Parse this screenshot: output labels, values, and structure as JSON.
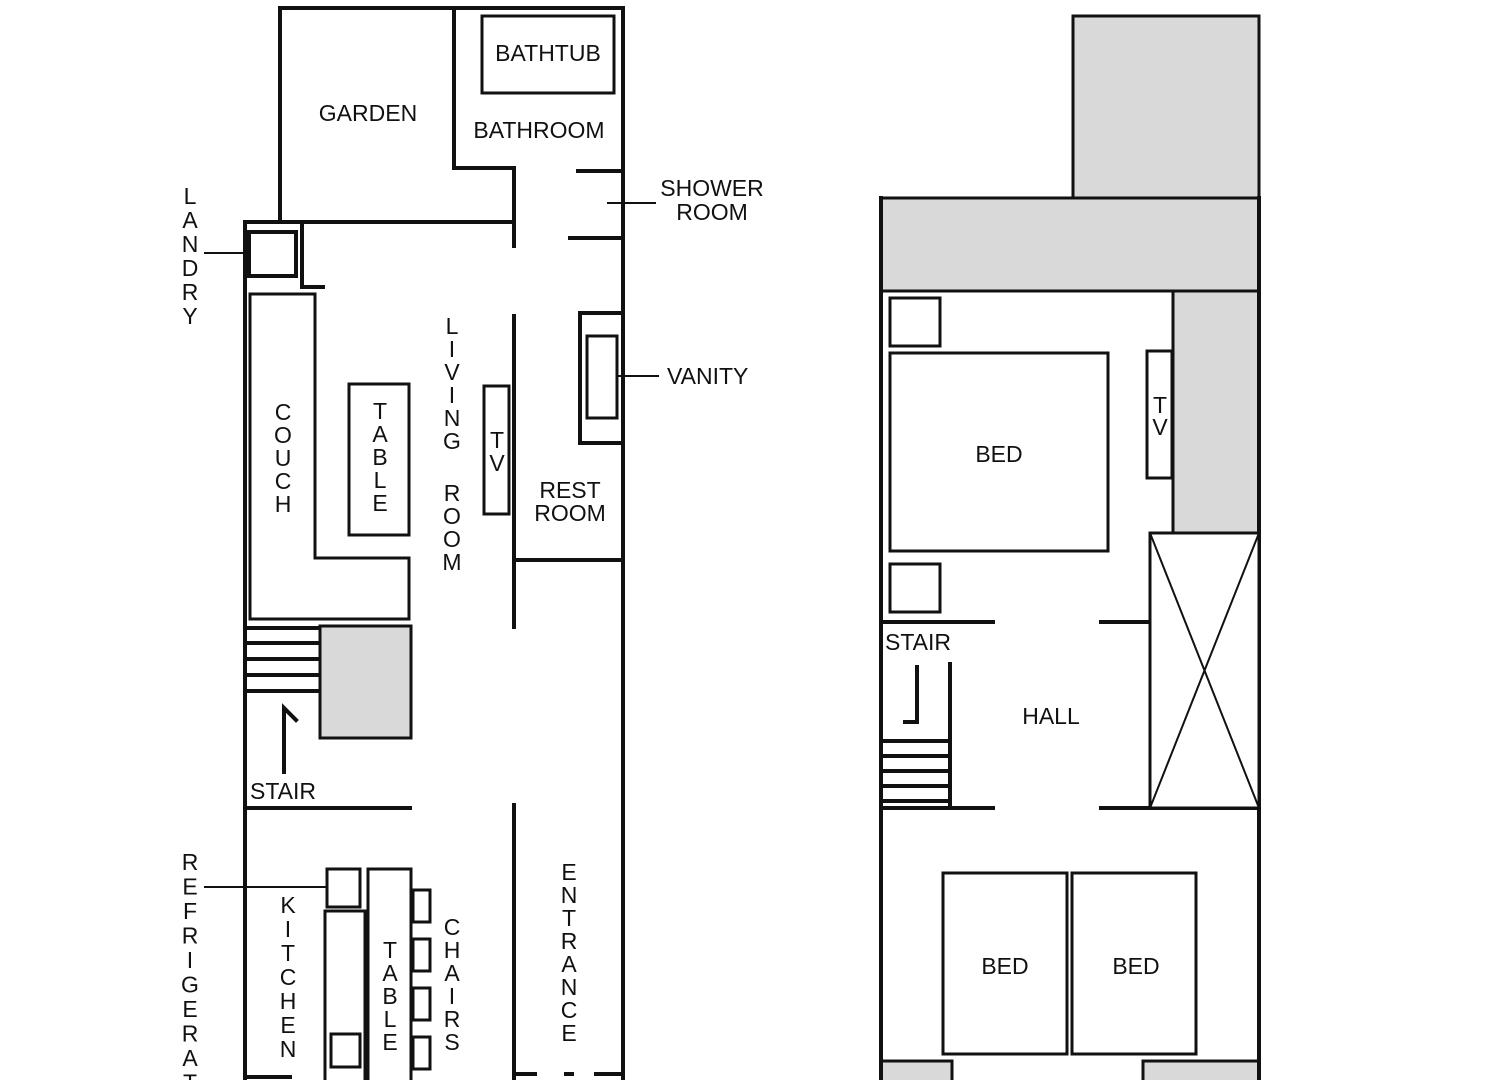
{
  "ground_floor": {
    "labels": {
      "bathtub": "BATHTUB",
      "garden": "GARDEN",
      "bathroom": "BATHROOM",
      "shower_room": [
        "SHOWER",
        "ROOM"
      ],
      "laundry": "LANDRY",
      "couch": "COUCH",
      "table_living": "TABLE",
      "living_room": [
        "LIVING",
        "ROOM"
      ],
      "tv": "TV",
      "vanity": "VANITY",
      "rest_room": [
        "REST",
        "ROOM"
      ],
      "stair": "STAIR",
      "refrigerator": "REFRIGERAT",
      "kitchen": "KITCHEN",
      "table_kitchen": "TABLE",
      "chairs": "CHAIRS",
      "entrance": "ENTRANCE"
    }
  },
  "upper_floor": {
    "labels": {
      "bed_main": "BED",
      "tv": "TV",
      "stair": "STAIR",
      "hall": "HALL",
      "bed_left": "BED",
      "bed_right": "BED"
    }
  },
  "colors": {
    "line": "#111111",
    "void_fill": "#d9d9d9",
    "background": "#ffffff"
  }
}
